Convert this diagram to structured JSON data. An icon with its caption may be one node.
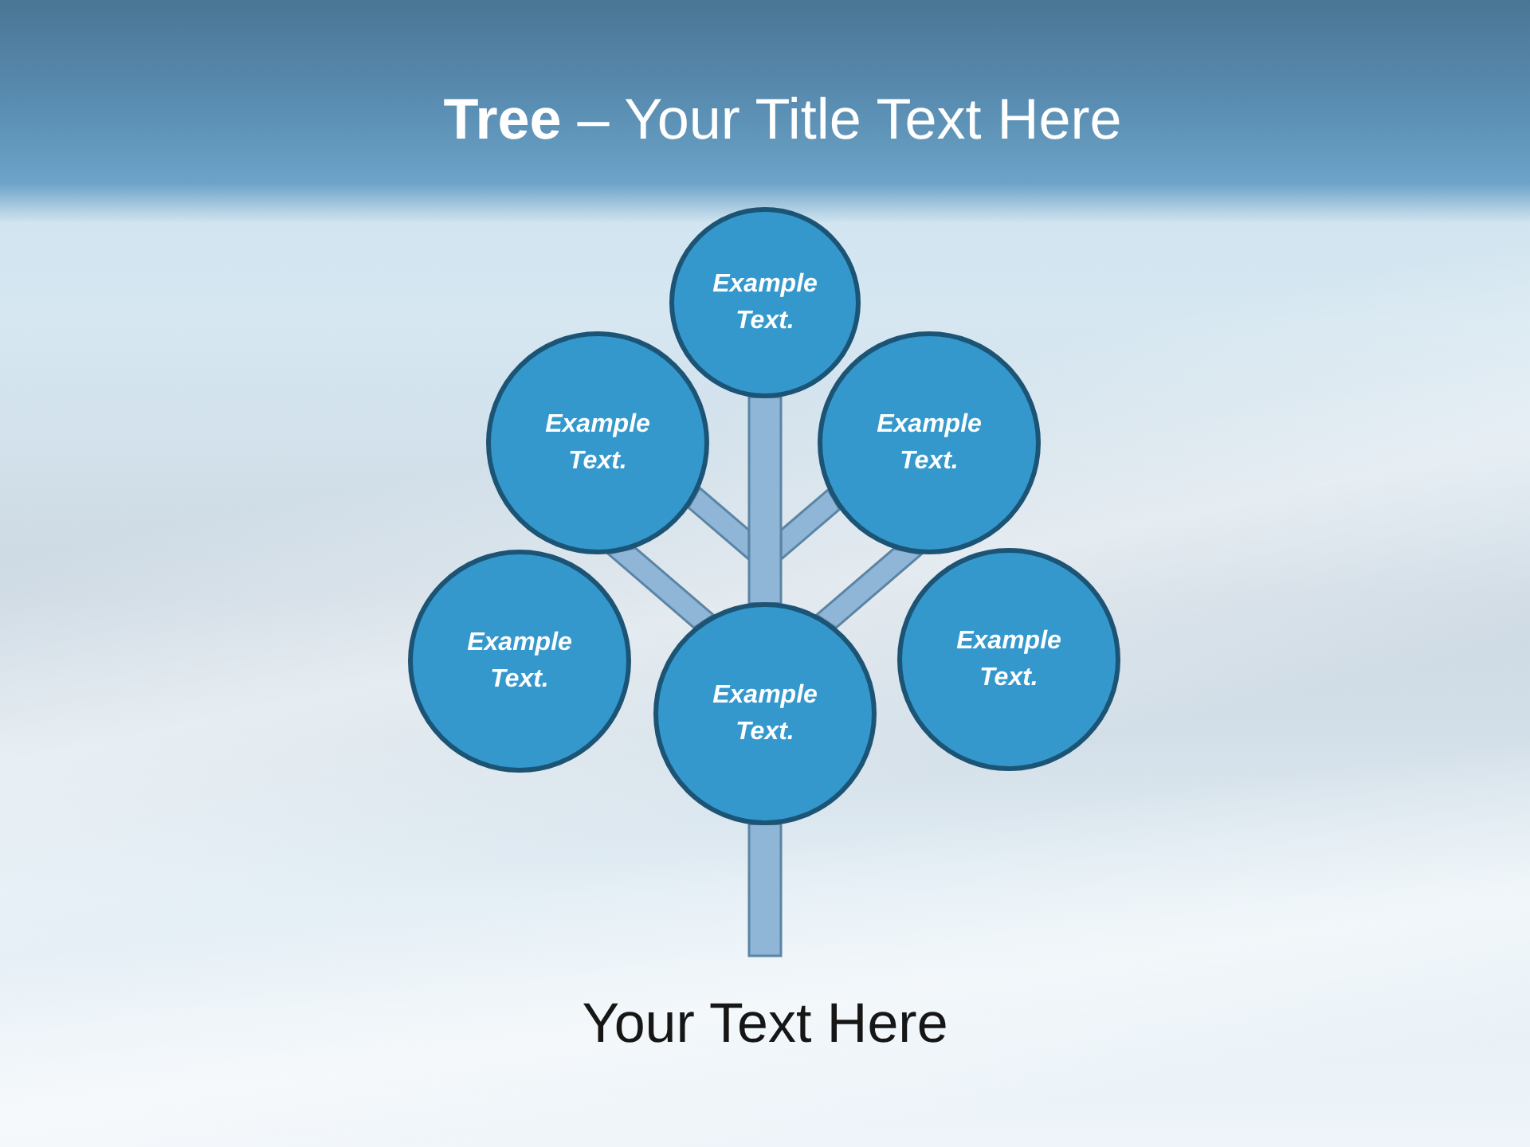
{
  "diagram": {
    "title": "**Tree** – Your Title Text Here",
    "nodes": [
      {
        "text": [
          "Example Text."
        ]
      },
      {
        "text": [
          "Example Text."
        ]
      },
      {
        "text": [
          "Example Text."
        ]
      },
      {
        "text": [
          "Example Text."
        ]
      },
      {
        "text": [
          "Example Text."
        ]
      },
      {
        "text": [
          "Example Text."
        ]
      }
    ],
    "edges": [
      {
        "from": 4,
        "to": 0,
        "arrow": "none",
        "style": "thick"
      },
      {
        "from": 4,
        "to": 1,
        "arrow": "none"
      },
      {
        "from": 4,
        "to": 2,
        "arrow": "none"
      },
      {
        "from": 4,
        "to": 1,
        "arrow": "none"
      },
      {
        "from": 4,
        "to": 2,
        "arrow": "none"
      },
      {
        "from": 4,
        "to": null,
        "arrow": "none",
        "style": "thick"
      }
    ],
    "labels": [
      "Your Text Here"
    ]
  }
}
